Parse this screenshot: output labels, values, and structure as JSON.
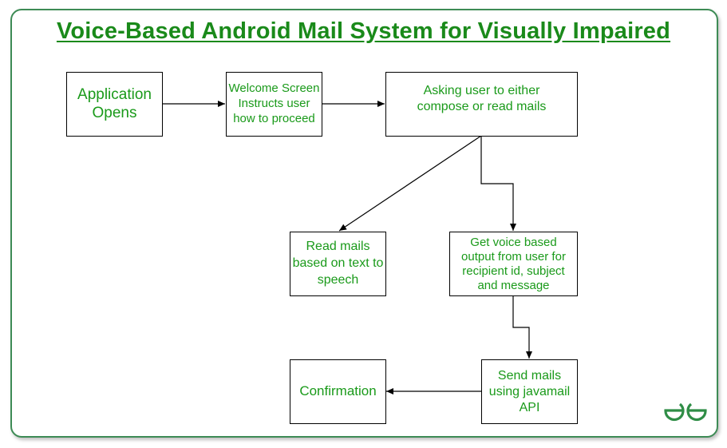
{
  "title": "Voice-Based Android Mail System for Visually Impaired",
  "nodes": {
    "app_opens": "Application Opens",
    "welcome": "Welcome Screen Instructs user how to proceed",
    "ask": "Asking user to either compose or read mails",
    "read_mails": "Read mails based on text to speech",
    "voice_output": "Get voice based output from user for recipient id, subject and message",
    "send_mails": "Send mails using javamail API",
    "confirmation": "Confirmation"
  },
  "colors": {
    "text": "#1a9a1a",
    "title": "#1a8a1a",
    "frame": "#3d8b55"
  },
  "logo": "gfg-logo-icon"
}
